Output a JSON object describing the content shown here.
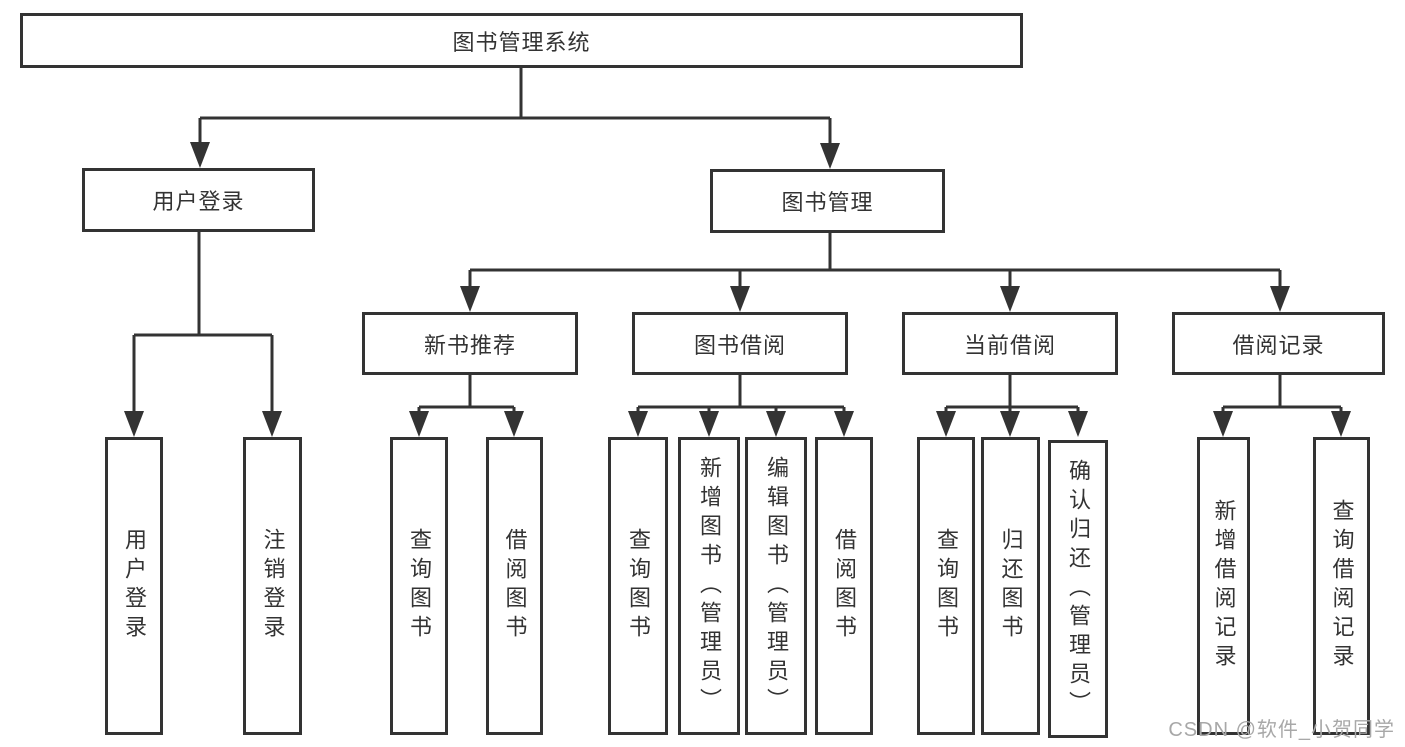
{
  "nodes": {
    "root": "图书管理系统",
    "user_login": "用户登录",
    "book_management": "图书管理",
    "new_book_recommend": "新书推荐",
    "book_borrowing": "图书借阅",
    "current_borrowing": "当前借阅",
    "borrowing_records": "借阅记录",
    "leaf_user_login": "用户登录",
    "leaf_logout": "注销登录",
    "leaf_query_book_a": "查询图书",
    "leaf_borrow_book_a": "借阅图书",
    "leaf_query_book_b": "查询图书",
    "leaf_add_book_admin": "新增图书（管理员）",
    "leaf_edit_book_admin": "编辑图书（管理员）",
    "leaf_borrow_book_b": "借阅图书",
    "leaf_query_book_c": "查询图书",
    "leaf_return_book": "归还图书",
    "leaf_confirm_return_admin": "确认归还（管理员）",
    "leaf_add_borrow_record": "新增借阅记录",
    "leaf_query_borrow_record": "查询借阅记录"
  },
  "hierarchy": {
    "图书管理系统": {
      "用户登录": [
        "用户登录",
        "注销登录"
      ],
      "图书管理": {
        "新书推荐": [
          "查询图书",
          "借阅图书"
        ],
        "图书借阅": [
          "查询图书",
          "新增图书（管理员）",
          "编辑图书（管理员）",
          "借阅图书"
        ],
        "当前借阅": [
          "查询图书",
          "归还图书",
          "确认归还（管理员）"
        ],
        "借阅记录": [
          "新增借阅记录",
          "查询借阅记录"
        ]
      }
    }
  },
  "watermark": "CSDN @软件_小贺同学",
  "colors": {
    "line": "#333333",
    "box_border": "#333333",
    "text": "#333333",
    "background": "#ffffff",
    "watermark": "#a8a8a8"
  }
}
